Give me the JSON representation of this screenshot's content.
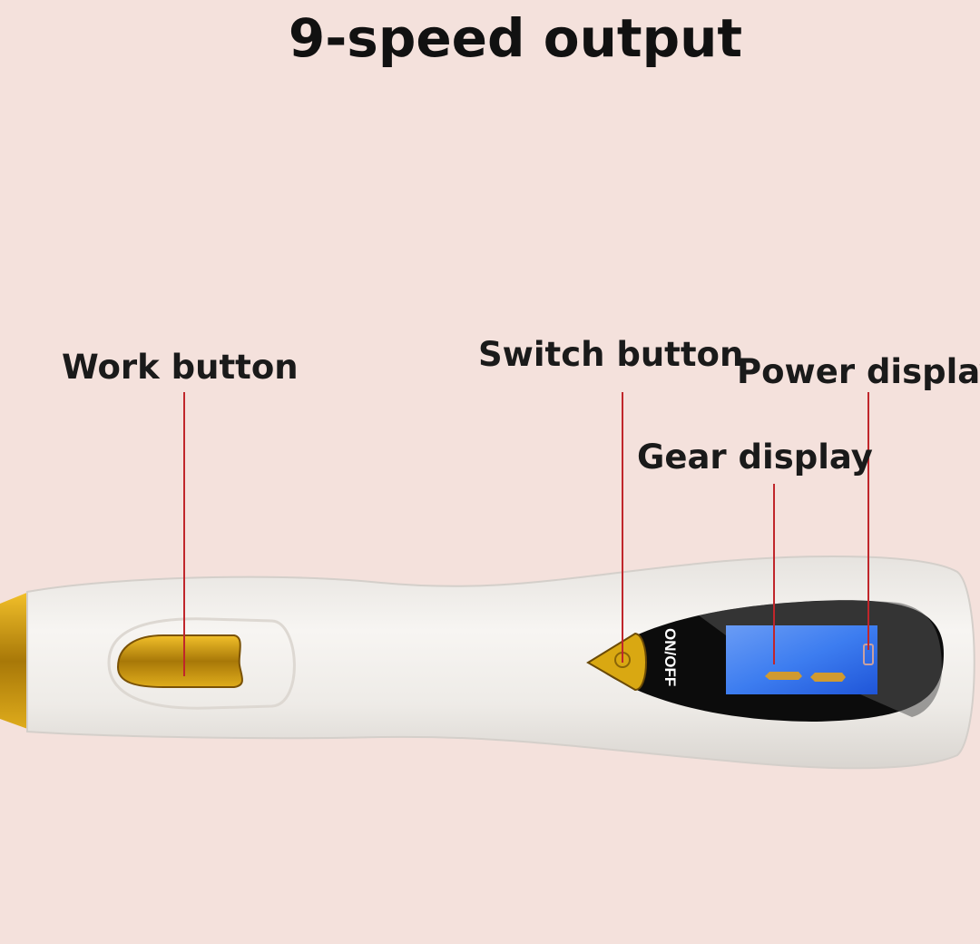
{
  "title": "9-speed output",
  "labels": {
    "work_button": "Work button",
    "switch_button": "Switch button",
    "power_display": "Power display",
    "gear_display": "Gear display"
  },
  "device": {
    "onoff_text": "ON/OFF"
  },
  "colors": {
    "background": "#f4e1dc",
    "leader_line": "#c0262b",
    "gold": "#d4a010",
    "screen": "#2f6ff0"
  }
}
